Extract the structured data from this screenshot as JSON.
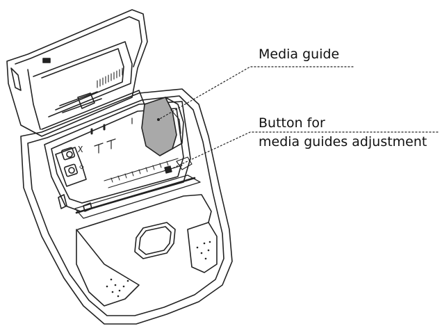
{
  "callouts": {
    "media_guide": "Media guide",
    "button_line1": "Button for",
    "button_line2": "media guides adjustment"
  },
  "printer": {
    "slot_marks": [
      "X",
      "◇"
    ]
  },
  "colors": {
    "line": "#222222",
    "media_guide_fill": "#a9a9a9",
    "background": "#ffffff"
  }
}
